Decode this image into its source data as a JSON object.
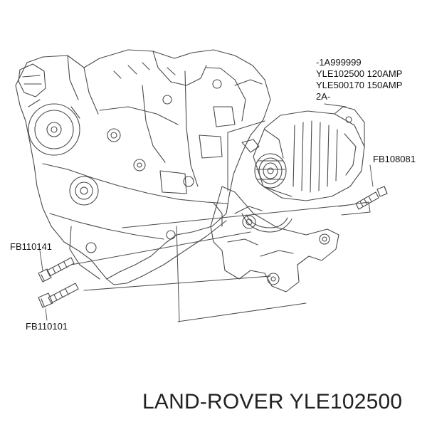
{
  "drawing": {
    "callouts": {
      "alternator_part_numbers": [
        "-1A999999",
        "YLE102500 120AMP",
        "YLE500170 150AMP",
        "2A-"
      ],
      "upper_bolt": "FB108081",
      "front_bolt": "FB110141",
      "lower_bolt": "FB110101"
    }
  },
  "caption": {
    "brand_part": "LAND-ROVER YLE102500"
  },
  "colors": {
    "line": "#4a4a4a",
    "text": "#111111",
    "background": "#ffffff"
  }
}
